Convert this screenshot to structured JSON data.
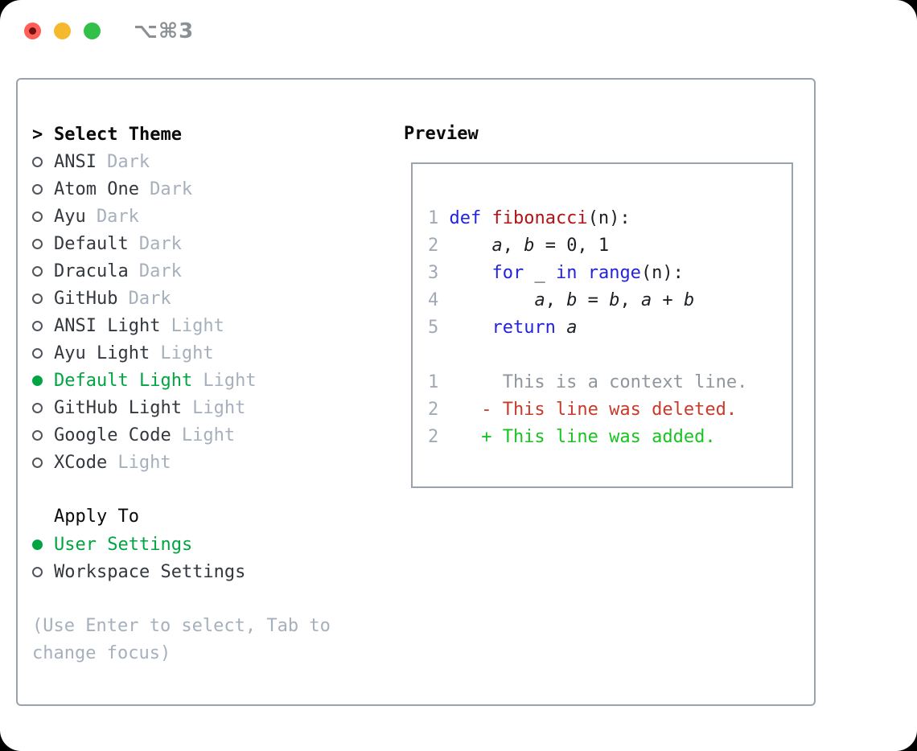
{
  "window": {
    "title": "⌥⌘3",
    "controls": [
      "close",
      "minimize",
      "maximize"
    ]
  },
  "theme_list": {
    "marker": ">",
    "title": "Select Theme",
    "items": [
      {
        "name": "ANSI",
        "variant": "Dark",
        "selected": false
      },
      {
        "name": "Atom One",
        "variant": "Dark",
        "selected": false
      },
      {
        "name": "Ayu",
        "variant": "Dark",
        "selected": false
      },
      {
        "name": "Default",
        "variant": "Dark",
        "selected": false
      },
      {
        "name": "Dracula",
        "variant": "Dark",
        "selected": false
      },
      {
        "name": "GitHub",
        "variant": "Dark",
        "selected": false
      },
      {
        "name": "ANSI Light",
        "variant": "Light",
        "selected": false
      },
      {
        "name": "Ayu Light",
        "variant": "Light",
        "selected": false
      },
      {
        "name": "Default Light",
        "variant": "Light",
        "selected": true
      },
      {
        "name": "GitHub Light",
        "variant": "Light",
        "selected": false
      },
      {
        "name": "Google Code",
        "variant": "Light",
        "selected": false
      },
      {
        "name": "XCode",
        "variant": "Light",
        "selected": false
      }
    ]
  },
  "apply_to": {
    "header": "Apply To",
    "items": [
      {
        "label": "User Settings",
        "selected": true
      },
      {
        "label": "Workspace Settings",
        "selected": false
      }
    ]
  },
  "hint": "(Use Enter to select, Tab to change focus)",
  "preview": {
    "header": "Preview",
    "code_lines": [
      {
        "num": "1",
        "tokens": [
          [
            "def",
            "kw"
          ],
          [
            " ",
            "p"
          ],
          [
            "fibonacci",
            "fn"
          ],
          [
            "(n):",
            "p"
          ]
        ]
      },
      {
        "num": "2",
        "tokens": [
          [
            "    ",
            "p"
          ],
          [
            "a",
            "v"
          ],
          [
            ", ",
            "p"
          ],
          [
            "b",
            "v"
          ],
          [
            " = 0, 1",
            "p"
          ]
        ]
      },
      {
        "num": "3",
        "tokens": [
          [
            "    ",
            "p"
          ],
          [
            "for",
            "kw"
          ],
          [
            " _ ",
            "p"
          ],
          [
            "in",
            "kw"
          ],
          [
            " ",
            "p"
          ],
          [
            "range",
            "kw"
          ],
          [
            "(n):",
            "p"
          ]
        ]
      },
      {
        "num": "4",
        "tokens": [
          [
            "        ",
            "p"
          ],
          [
            "a",
            "v"
          ],
          [
            ", ",
            "p"
          ],
          [
            "b",
            "v"
          ],
          [
            " = ",
            "p"
          ],
          [
            "b",
            "v"
          ],
          [
            ", ",
            "p"
          ],
          [
            "a",
            "v"
          ],
          [
            " + ",
            "p"
          ],
          [
            "b",
            "v"
          ]
        ]
      },
      {
        "num": "5",
        "tokens": [
          [
            "    ",
            "p"
          ],
          [
            "return",
            "kw"
          ],
          [
            " ",
            "p"
          ],
          [
            "a",
            "v"
          ]
        ]
      }
    ],
    "diff_lines": [
      {
        "num": "1",
        "type": "context",
        "text": "     This is a context line."
      },
      {
        "num": "2",
        "type": "deleted",
        "text": "   - This line was deleted."
      },
      {
        "num": "2",
        "type": "added",
        "text": "   + This line was added."
      }
    ]
  },
  "colors": {
    "kw": "#2323dd",
    "fn": "#b01414",
    "del": "#c93a2b",
    "add": "#19c322",
    "sel-green": "#00a542",
    "muted": "#a6b0bd",
    "line-num": "#a0a9b4",
    "context": "#8f969e",
    "border": "#99a2ad",
    "title": "#8b9095",
    "close": "#ff5f57",
    "minimize": "#f5b92e",
    "maximize": "#33c048"
  }
}
